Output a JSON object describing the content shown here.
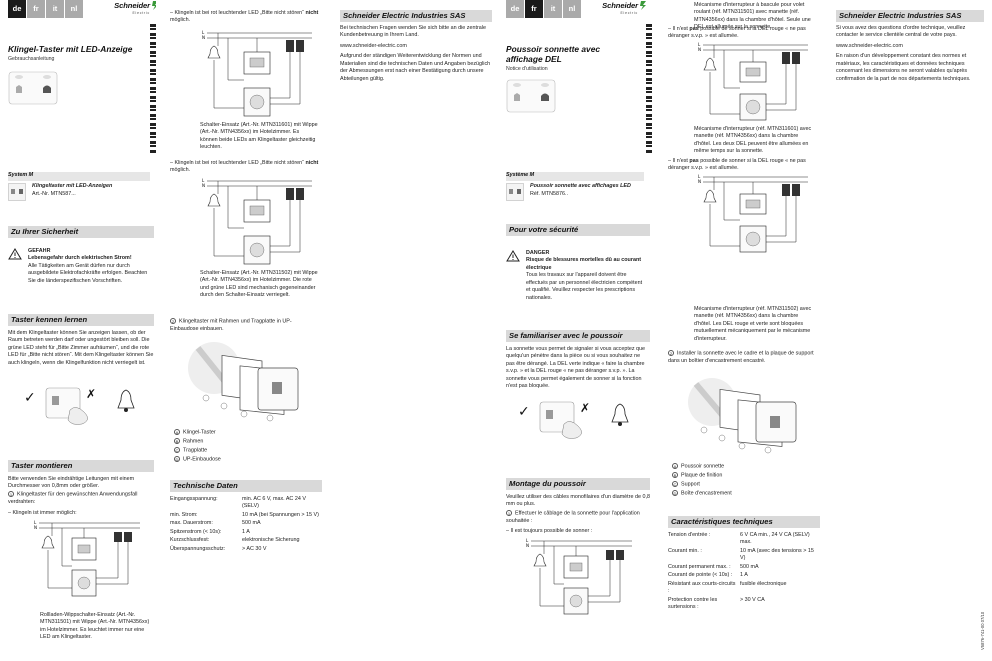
{
  "de": {
    "tabs": [
      "de",
      "fr",
      "it",
      "nl"
    ],
    "logo": {
      "brand": "Schneider",
      "sub": "Electric"
    },
    "title": "Klingel-Taster mit LED-Anzeige",
    "subtitle": "Gebrauchsanleitung",
    "system_heading": "System M",
    "product_name": "Klingeltaster mit LED-Anzeigen",
    "product_ref": "Art.-Nr. MTN587...",
    "safety_heading": "Zu Ihrer Sicherheit",
    "danger_title": "GEFAHR",
    "danger_sub": "Lebensgefahr durch elektrischen Strom!",
    "danger_text": "Alle Tätigkeiten am Gerät dürfen nur durch ausgebildete Elektrofachkräfte erfolgen. Beachten Sie die länderspezifischen Vorschriften.",
    "know_heading": "Taster kennen lernen",
    "know_text": "Mit dem Klingeltaster können Sie anzeigen lassen, ob der Raum betreten werden darf oder ungestört bleiben soll. Die grüne LED steht für „Bitte Zimmer aufräumen“, und die rote LED für „Bitte nicht stören“. Mit dem Klingeltaster können Sie auch klingeln, wenn die Klingelfunktion nicht verriegelt ist.",
    "mount_heading": "Taster montieren",
    "mount_text": "Bitte verwenden Sie eindrähtige Leitungen mit einem Durchmesser von 0,8mm oder größer.",
    "step1": "Klingeltaster für den gewünschten Anwendungsfall verdrahten:",
    "case_a": "Klingeln ist immer möglich:",
    "caption_a": "Rollladen-Wippschalter-Einsatz (Art.-Nr. MTN311501) mit Wippe (Art.-Nr. MTN4356xx) im Hotelzimmer. Es leuchtet immer nur eine LED am Klingeltaster.",
    "case_b_pre": "Klingeln ist bei rot leuchtender LED „Bitte nicht stören“ ",
    "case_b_bold": "nicht",
    "case_b_post": " möglich.",
    "caption_b": "Schalter-Einsatz (Art.-Nr. MTN311601) mit Wippe (Art.-Nr. MTN4356xx) im Hotelzimmer. Es können beide LEDs am Klingeltaster gleichzeitig leuchten.",
    "case_c_pre": "Klingeln ist bei rot leuchtender LED „Bitte nicht stören“ ",
    "case_c_bold": "nicht",
    "case_c_post": " möglich.",
    "caption_c": "Schalter-Einsatz (Art.-Nr. MTN311502) mit Wippe (Art.-Nr. MTN4356xx) im Hotelzimmer. Die rote und grüne LED sind mechanisch gegeneinander durch den Schalter-Einsatz verriegelt.",
    "step2": "Klingeltaster mit Rahmen und Tragplatte in UP-Einbaudose einbauen.",
    "legend": [
      "Klingel-Taster",
      "Rahmen",
      "Tragplatte",
      "UP-Einbaudose"
    ],
    "specs_heading": "Technische Daten",
    "specs": [
      {
        "k": "Eingangsspannung:",
        "v": "min. AC 6 V, max. AC 24 V (SELV)"
      },
      {
        "k": "min. Strom:",
        "v": "10 mA (bei Spannungen > 15 V)"
      },
      {
        "k": "max. Dauerstrom:",
        "v": "500 mA"
      },
      {
        "k": "Spitzenstrom (< 10s):",
        "v": "1 A"
      },
      {
        "k": "Kurzschlussfest:",
        "v": "elektronische Sicherung"
      },
      {
        "k": "Überspannungsschutz:",
        "v": "> AC 30 V"
      }
    ],
    "company": "Schneider Electric Industries SAS",
    "contact_text": "Bei technischen Fragen wenden Sie sich bitte an die zentrale Kundenbetreuung in Ihrem Land.",
    "url": "www.schneider-electric.com",
    "legal": "Aufgrund der ständigen Weiterentwicklung der Normen und Materialien sind die technischen Daten und Angaben bezüglich der Abmessungen erst nach einer Bestätigung durch unsere Abteilungen gültig."
  },
  "fr": {
    "tabs": [
      "de",
      "fr",
      "it",
      "nl"
    ],
    "logo": {
      "brand": "Schneider",
      "sub": "Electric"
    },
    "title": "Poussoir sonnette avec affichage DEL",
    "subtitle": "Notice d'utilisation",
    "system_heading": "Système M",
    "product_name": "Poussoir sonnette avec affichages LED",
    "product_ref": "Réf. MTN5876..",
    "safety_heading": "Pour votre sécurité",
    "danger_title": "DANGER",
    "danger_sub": "Risque de blessures mortelles dû au courant électrique",
    "danger_text": "Tous les travaux sur l'appareil doivent être effectués par un personnel électricien compétent et qualifié. Veuillez respecter les prescriptions nationales.",
    "know_heading": "Se familiariser avec le poussoir",
    "know_text": "La sonnette vous permet de signaler si vous acceptez que quelqu'un pénètre dans la pièce ou si vous souhaitez ne pas être dérangé. La DEL verte indique « faire la chambre s.v.p. » et la DEL rouge « ne pas déranger s.v.p. ». La sonnette vous permet également de sonner si la fonction n'est pas bloquée.",
    "mount_heading": "Montage du poussoir",
    "mount_text": "Veuillez utiliser des câbles monofilaires d'un diamètre de 0,8 mm ou plus.",
    "step1": "Effectuer le câblage de la sonnette pour l'application souhaitée :",
    "case_a": "Il est toujours possible de sonner :",
    "caption_a": "Mécanisme d'interrupteur à bascule pour volet roulant (réf. MTN311501) avec manette (réf. MTN4356xx) dans la chambre d'hôtel. Seule une DEL est allumée sur la sonnette.",
    "case_b_pre": "Il n'est ",
    "case_b_bold": "pas",
    "case_b_post": " possible de sonner si la DEL rouge « ne pas déranger s.v.p. » est allumée.",
    "caption_b": "Mécanisme d'interrupteur (réf. MTN311601) avec manette (réf. MTN4356xx) dans la chambre d'hôtel. Les deux DEL peuvent être allumées en même temps sur la sonnette.",
    "case_c_pre": "Il n'est ",
    "case_c_bold": "pas",
    "case_c_post": " possible de sonner si la DEL rouge « ne pas déranger s.v.p. » est allumée.",
    "caption_c": "Mécanisme d'interrupteur (réf. MTN311502) avec manette (réf. MTN4356xx) dans la chambre d'hôtel. Les DEL rouge et verte sont bloquées mutuellement mécaniquement par le mécanisme d'interrupteur.",
    "step2": "Installer la sonnette avec le cadre et la plaque de support dans un boîtier d'encastrement encastré.",
    "legend": [
      "Poussoir sonnette",
      "Plaque de finition",
      "Support",
      "Boîte d'encastrement"
    ],
    "specs_heading": "Caractéristiques techniques",
    "specs": [
      {
        "k": "Tension d'entrée :",
        "v": "6 V CA min., 24 V CA (SELV) max."
      },
      {
        "k": "Courant min. :",
        "v": "10 mA (avec des tensions > 15 V)"
      },
      {
        "k": "Courant permanent max. :",
        "v": "500 mA"
      },
      {
        "k": "Courant de pointe (< 10s) :",
        "v": "1 A"
      },
      {
        "k": "Résistant aux courts-circuits :",
        "v": "fusible électronique"
      },
      {
        "k": "Protection contre les surtensions :",
        "v": "> 30 V CA"
      }
    ],
    "company": "Schneider Electric Industries SAS",
    "contact_text": "Si vous avez des questions d'ordre technique, veuillez contacter le service clientèle central de votre pays.",
    "url": "www.schneider-electric.com",
    "legal": "En raison d'un développement constant des normes et matériaux, les caractéristiques et données techniques concernant les dimensions ne seront valables qu'après confirmation de la part de nos départements techniques.",
    "doc_number": "V5876-741-00 07/10"
  },
  "wiring_labels": {
    "l": "L",
    "n": "N"
  },
  "legend_letters": [
    "A",
    "B",
    "C",
    "D"
  ],
  "step_numbers": [
    "1",
    "2"
  ],
  "icons": {
    "check": "✓",
    "cross": "✗"
  }
}
